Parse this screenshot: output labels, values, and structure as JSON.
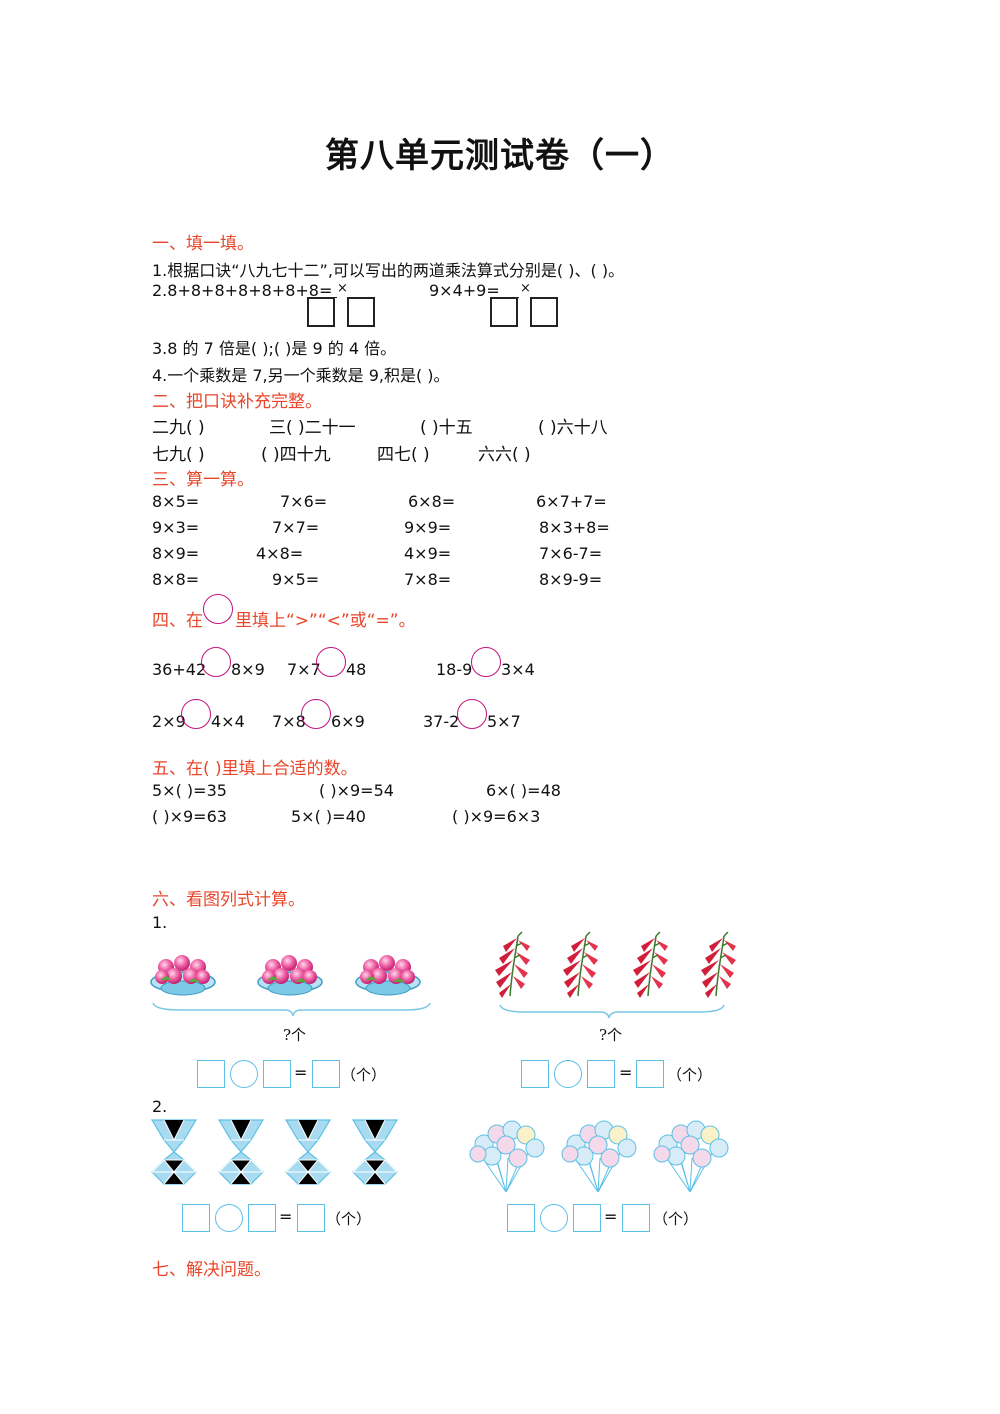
{
  "title": "第八单元测试卷（一）",
  "s1": {
    "heading": "一、填一填。",
    "q1": "1.根据口诀“八九七十二”,可以写出的两道乘法算式分别是(           )、(           )。",
    "q2a": "2.8+8+8+8+8+8+8=",
    "q2b": "9×4+9=",
    "times": "×",
    "q3": "3.8 的 7 倍是(        );(        )是 9 的 4 倍。",
    "q4": "4.一个乘数是 7,另一个乘数是 9,积是(        )。"
  },
  "s2": {
    "heading": "二、把口诀补充完整。",
    "row1": [
      "二九(        )",
      "三(        )二十一",
      "(        )十五",
      "(        )六十八"
    ],
    "row2": [
      "七九(        )",
      "(        )四十九",
      "四七(        )",
      "六六(        )"
    ]
  },
  "s3": {
    "heading": "三、算一算。",
    "rows": [
      [
        "8×5=",
        "7×6=",
        "6×8=",
        "6×7+7="
      ],
      [
        "9×3=",
        "7×7=",
        "9×9=",
        "8×3+8="
      ],
      [
        "8×9=",
        "4×8=",
        "4×9=",
        "7×6-7="
      ],
      [
        "8×8=",
        "9×5=",
        "7×8=",
        "8×9-9="
      ]
    ]
  },
  "s4": {
    "heading_a": "四、在",
    "heading_b": "里填上“>”“<”或“=”。",
    "row1": [
      [
        "36+42",
        "8×9"
      ],
      [
        "7×7",
        "48"
      ],
      [
        "18-9",
        "3×4"
      ]
    ],
    "row2": [
      [
        "2×9",
        "4×4"
      ],
      [
        "7×8",
        "6×9"
      ],
      [
        "37-2",
        "5×7"
      ]
    ]
  },
  "s5": {
    "heading": "五、在(        )里填上合适的数。",
    "row1": [
      "5×(        )=35",
      "(        )×9=54",
      "6×(        )=48"
    ],
    "row2": [
      "(        )×9=63",
      "5×(        )=40",
      "(        )×9=6×3"
    ]
  },
  "s6": {
    "heading": "六、看图列式计算。",
    "p1": "1.",
    "p2": "2.",
    "question": "?个",
    "equals": "=",
    "unit": "（个）"
  },
  "s7": {
    "heading": "七、解决问题。"
  },
  "colors": {
    "heading": "#e8462a",
    "circle": "#c2127e",
    "box": "#5bc0e6"
  },
  "pictures": {
    "peach_baskets": 3,
    "pepper_bunches": 4,
    "vases": 4,
    "balloon_bunches": 3
  }
}
